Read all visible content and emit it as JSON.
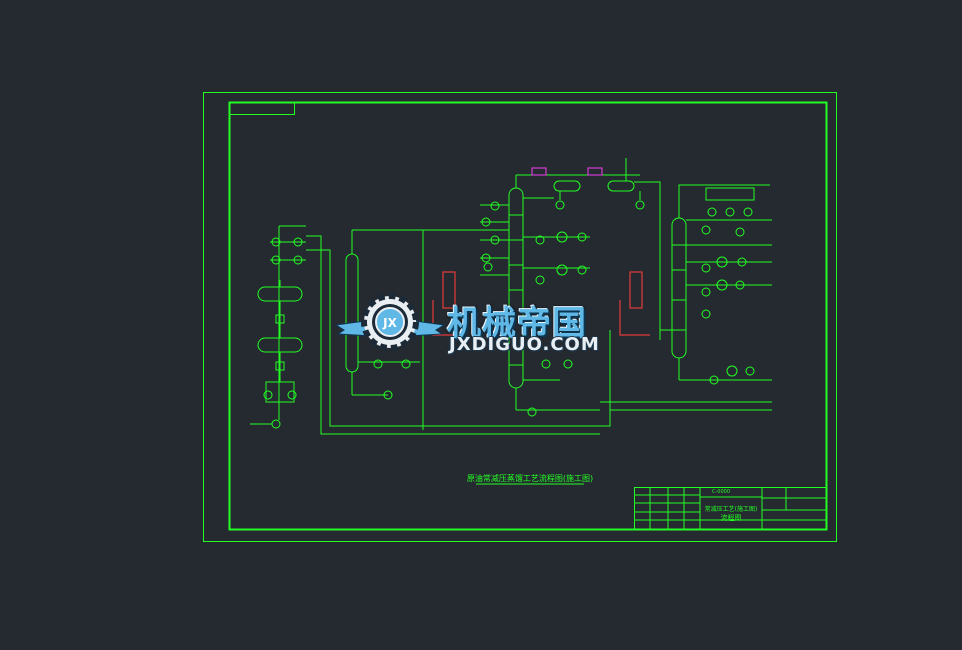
{
  "drawing": {
    "title": "原油常减压蒸馏工艺流程图(施工图)",
    "colors": {
      "background": "#252a31",
      "linework": "#22ff22",
      "equipment_red": "#e23b3b",
      "equipment_magenta": "#d43ad4",
      "logo_blue": "#5fb8e6"
    }
  },
  "watermark": {
    "emblem_text": "JX",
    "name_cn": "机械帝国",
    "name_en": "JXDIGUO.COM"
  },
  "title_block": {
    "drawing_name": "常减压工艺(施工图)",
    "drawing_type": "流程图",
    "drawing_no": "C-0000"
  }
}
